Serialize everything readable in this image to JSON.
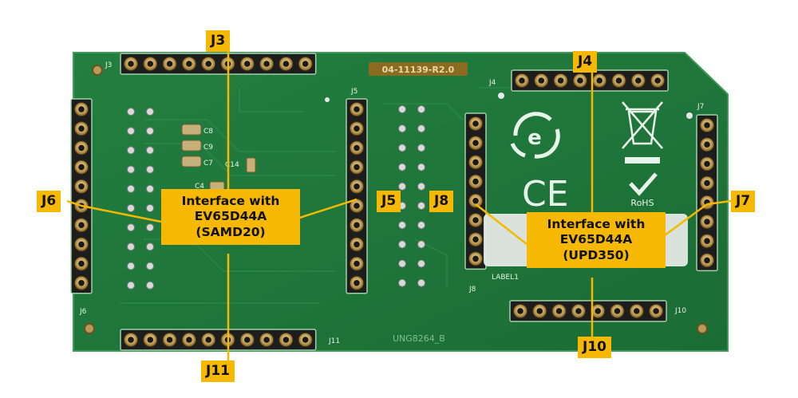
{
  "board": {
    "revision": "04-11139-R2.0",
    "part_number": "UNG8264_B",
    "silkscreen": {
      "j3": "J3",
      "j4": "J4",
      "j5": "J5",
      "j6": "J6",
      "j7": "J7",
      "j8": "J8",
      "j10": "J10",
      "j11": "J11",
      "c8": "C8",
      "c9": "C9",
      "c7": "C7",
      "c14": "C14",
      "c4": "C4",
      "label1": "LABEL1",
      "ce": "CE",
      "rohs": "RoHS"
    }
  },
  "callouts": {
    "j3": "J3",
    "j4": "J4",
    "j5": "J5",
    "j6": "J6",
    "j7": "J7",
    "j8": "J8",
    "j10": "J10",
    "j11": "J11",
    "left_box": "Interface with\nEV65D44A\n(SAMD20)",
    "right_box": "Interface with\nEV65D44A\n(UPD350)"
  },
  "colors": {
    "pcb": "#1f7a3c",
    "pcb_edge": "#2f8f4a",
    "callout": "#f6b800",
    "leader": "#f6b800"
  },
  "icons": [
    "recycle-e-icon",
    "ce-mark-icon",
    "weee-bin-icon",
    "rohs-check-icon"
  ]
}
